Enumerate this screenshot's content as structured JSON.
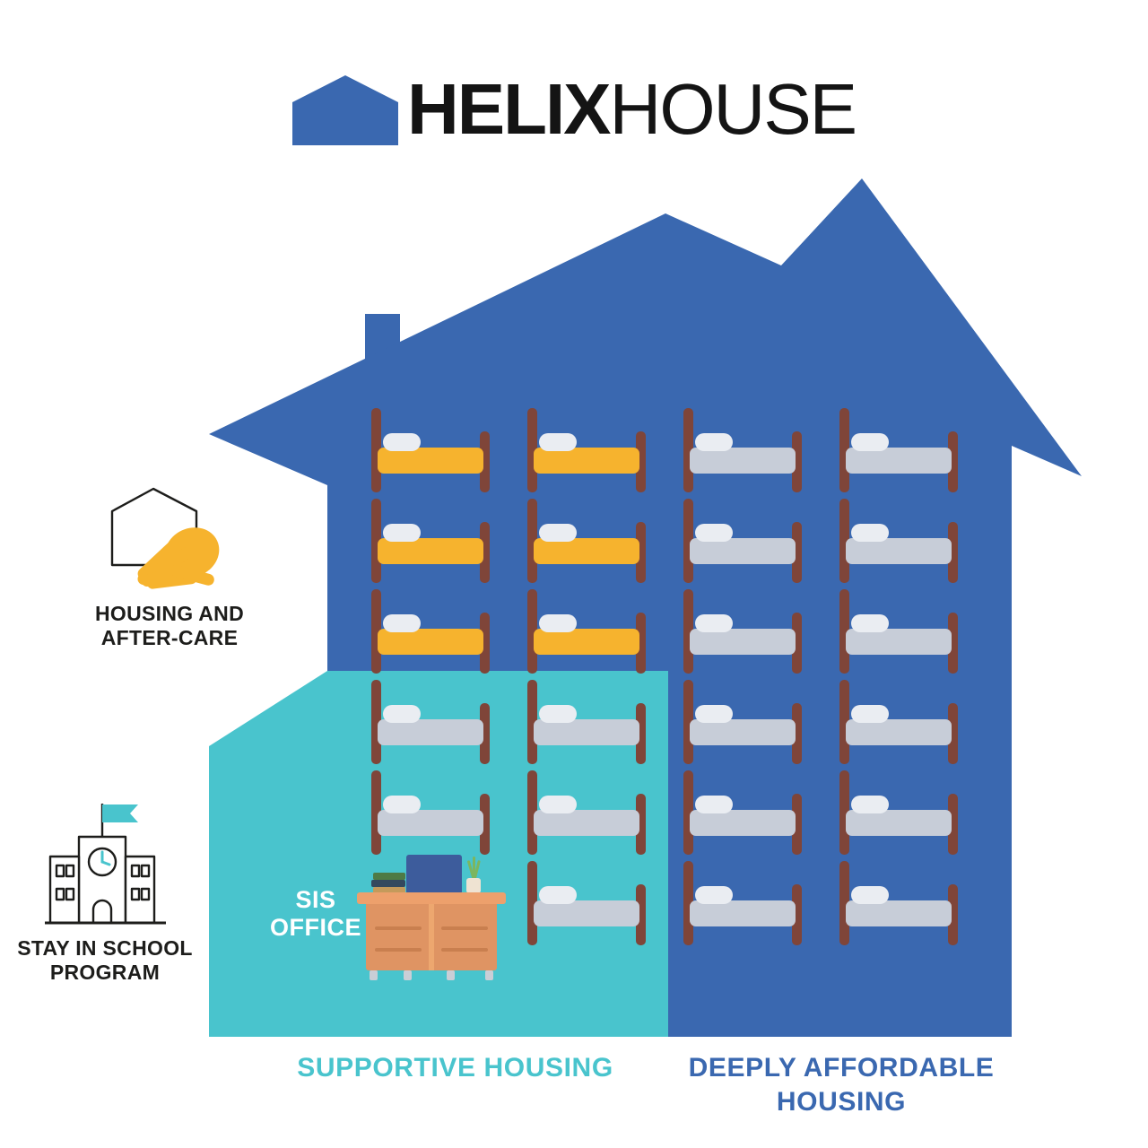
{
  "brand": {
    "title_bold": "HELIX",
    "title_regular": "HOUSE",
    "logo_icon": "house-icon"
  },
  "colors": {
    "house_blue": "#3A68B0",
    "supportive_teal": "#49C4CD",
    "bed_yellow": "#F6B32E",
    "bed_gray": "#C7CDD8",
    "bed_frame": "#7F4539",
    "pillow_white": "#EAEDF2",
    "text_dark": "#1D1D1B",
    "sis_label_white": "#FFFFFF"
  },
  "legends": {
    "housing_after_care": {
      "icon": "hand-house-icon",
      "line1": "HOUSING AND",
      "line2": "AFTER-CARE"
    },
    "stay_in_school": {
      "icon": "school-icon",
      "line1": "STAY IN SCHOOL",
      "line2": "PROGRAM"
    }
  },
  "rooms": {
    "sis_office": {
      "line1": "SIS",
      "line2": "OFFICE"
    }
  },
  "sections": {
    "supportive_housing": {
      "label": "SUPPORTIVE HOUSING"
    },
    "deeply_affordable": {
      "line1": "DEEPLY AFFORDABLE",
      "line2": "HOUSING"
    }
  },
  "beds": {
    "grid": [
      [
        "yellow",
        "yellow",
        "gray",
        "gray"
      ],
      [
        "yellow",
        "yellow",
        "gray",
        "gray"
      ],
      [
        "yellow",
        "yellow",
        "gray",
        "gray"
      ],
      [
        "gray",
        "gray",
        "gray",
        "gray"
      ],
      [
        "gray",
        "gray",
        "gray",
        "gray"
      ],
      [
        null,
        "gray",
        "gray",
        "gray"
      ]
    ]
  }
}
